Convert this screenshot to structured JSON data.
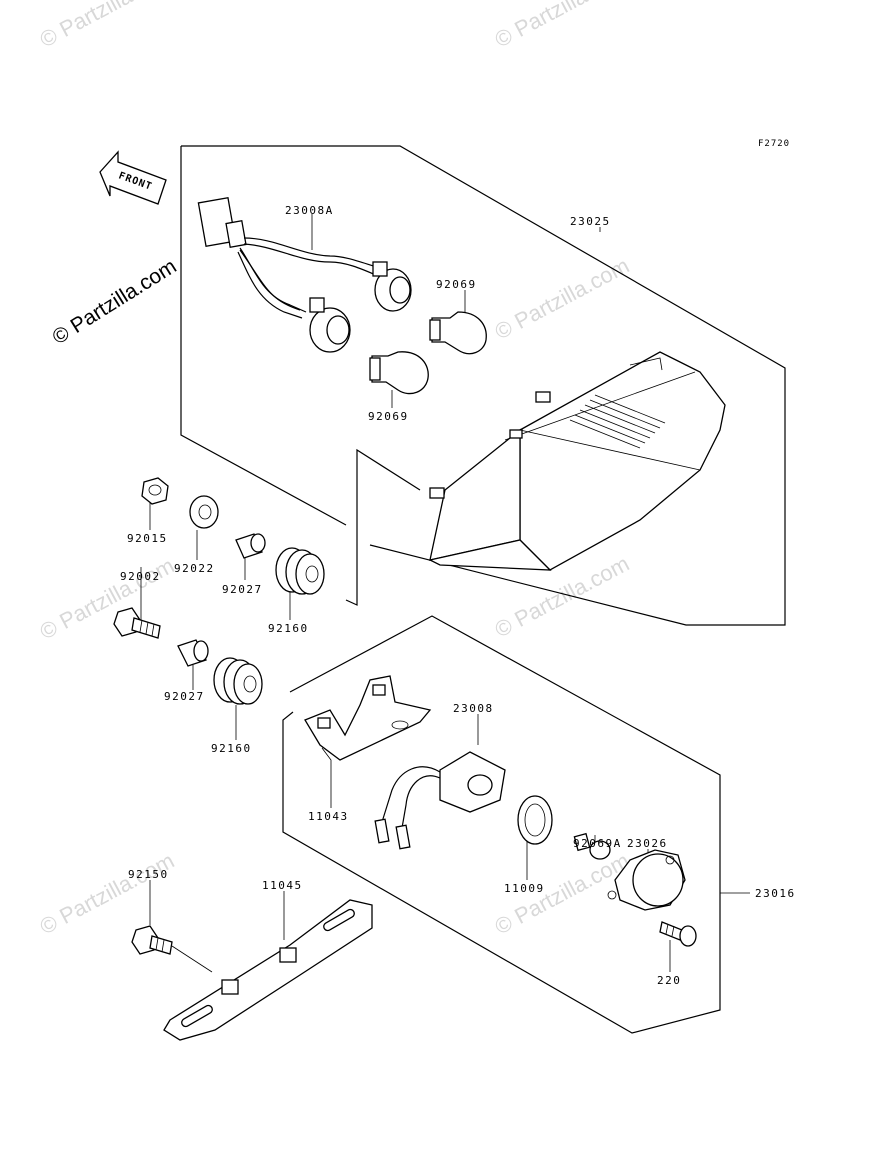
{
  "figure_code": "F2720",
  "front_label": "FRONT",
  "watermark_text": "© Partzilla.com",
  "parts": {
    "p23008A": "23008A",
    "p23025": "23025",
    "p92069_top": "92069",
    "p92069_bottom": "92069",
    "p92015": "92015",
    "p92022": "92022",
    "p92027_a": "92027",
    "p92002": "92002",
    "p92160_a": "92160",
    "p92027_b": "92027",
    "p92160_b": "92160",
    "p23008": "23008",
    "p11043": "11043",
    "p92069A": "92069A",
    "p23026": "23026",
    "p11009": "11009",
    "p23016": "23016",
    "p92150": "92150",
    "p11045": "11045",
    "p220": "220"
  }
}
